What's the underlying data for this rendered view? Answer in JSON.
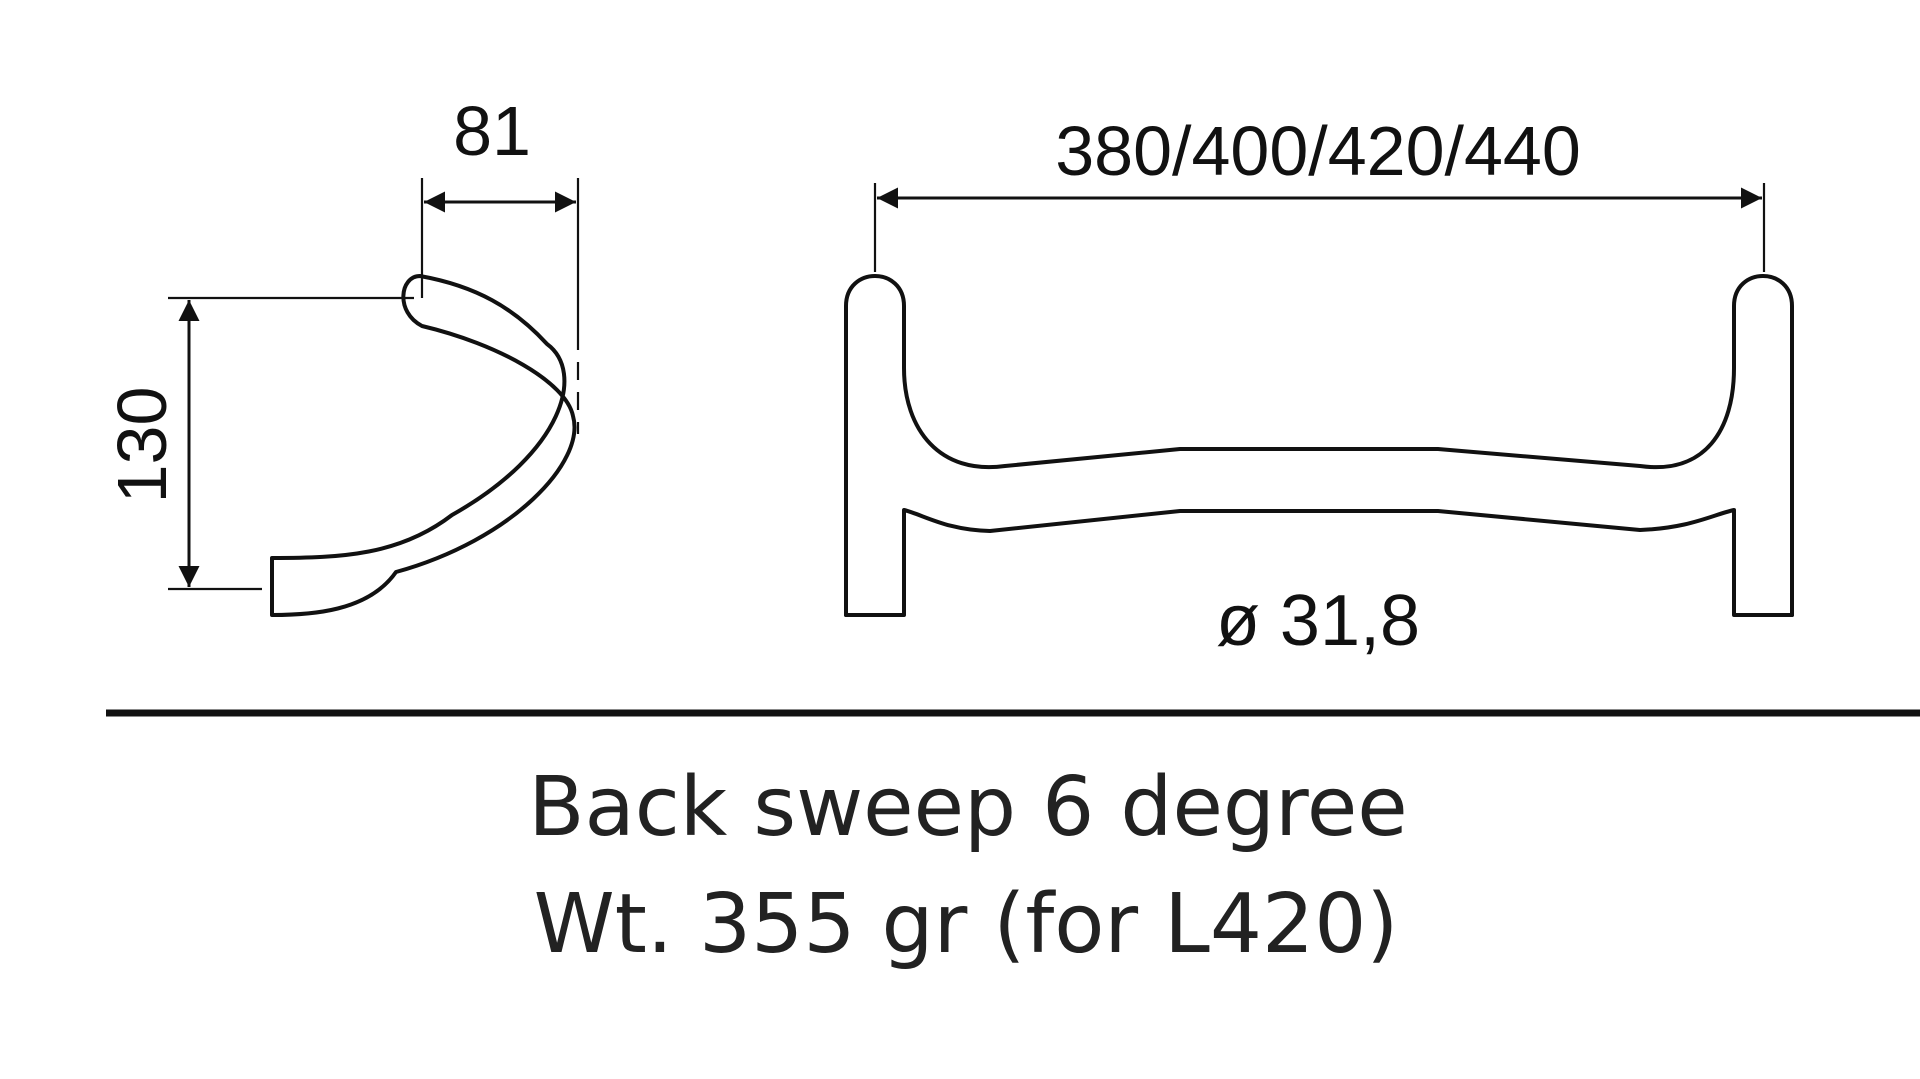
{
  "dimensions": {
    "reach": "81",
    "drop": "130",
    "width": "380/400/420/440",
    "diameter": "ø 31,8"
  },
  "notes": {
    "back_sweep": "Back sweep 6 degree",
    "weight": "Wt. 355 gr (for L420)"
  }
}
